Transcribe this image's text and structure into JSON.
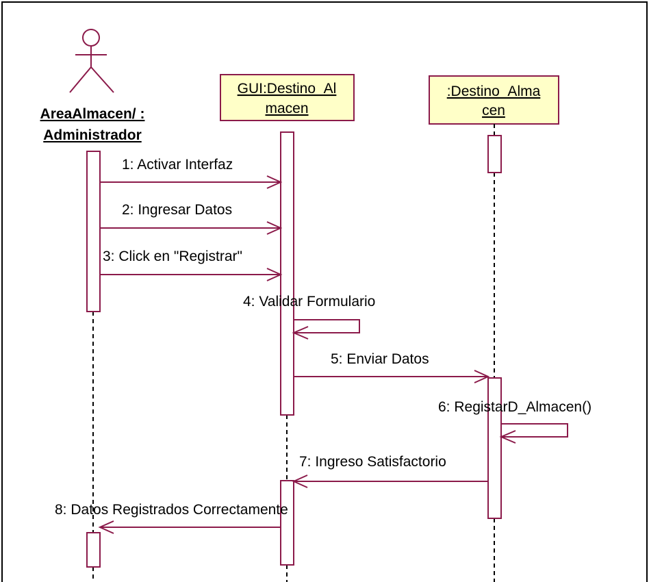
{
  "diagram": {
    "colors": {
      "line": "#8b1a4a",
      "object_fill": "#ffffc8",
      "text": "#000000",
      "border": "#000000"
    },
    "actor": {
      "name_line1": "AreaAlmacen/ :",
      "name_line2": "Administrador"
    },
    "objects": [
      {
        "line1": "GUI:Destino_Al",
        "line2": "macen"
      },
      {
        "line1": ":Destino_Alma",
        "line2": "cen"
      }
    ],
    "messages": [
      {
        "label": "1: Activar Interfaz"
      },
      {
        "label": "2: Ingresar Datos"
      },
      {
        "label": "3: Click en \"Registrar\""
      },
      {
        "label": "4: Validar Formulario"
      },
      {
        "label": "5: Enviar Datos"
      },
      {
        "label": "6: RegistarD_Almacen()"
      },
      {
        "label": "7: Ingreso Satisfactorio"
      },
      {
        "label": "8: Datos Registrados Correctamente"
      }
    ]
  }
}
